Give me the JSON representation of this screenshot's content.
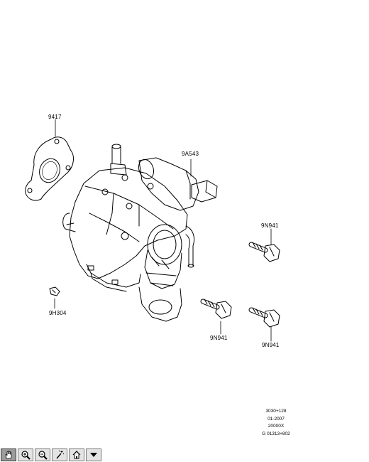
{
  "callouts": {
    "c9417": "9417",
    "c9A543": "9A543",
    "c9N941_a": "9N941",
    "c9N941_b": "9N941",
    "c9N941_c": "9N941",
    "c9H304": "9H304"
  },
  "stamp": {
    "line1": "3030+128",
    "line2": "01-2007",
    "line3": "20000X",
    "line4": "G 01313+802"
  },
  "toolbar": {
    "buttons": [
      {
        "icon": "hand-pan-icon"
      },
      {
        "icon": "zoom-in-icon"
      },
      {
        "icon": "zoom-out-icon"
      },
      {
        "icon": "magic-wand-icon"
      },
      {
        "icon": "home-icon"
      },
      {
        "icon": "dropdown-arrow-icon"
      }
    ]
  }
}
